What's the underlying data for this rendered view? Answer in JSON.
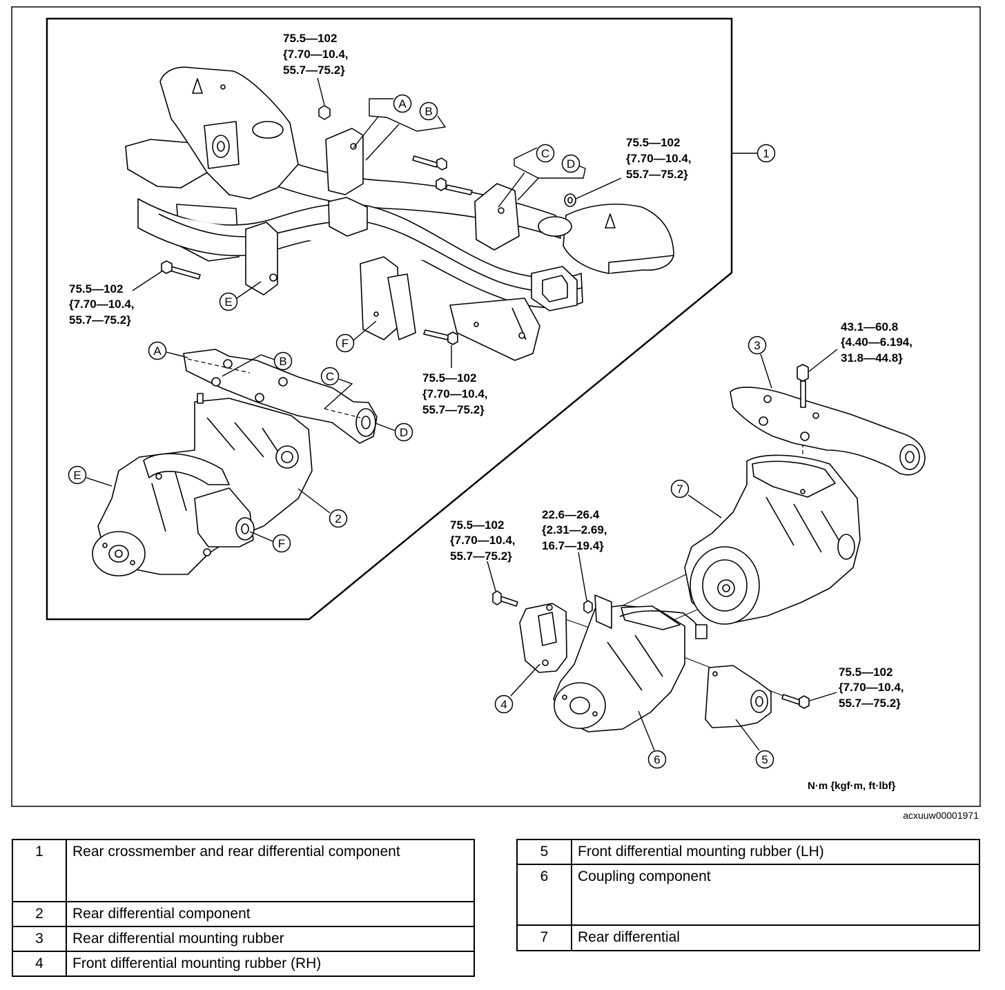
{
  "torque_specs": [
    {
      "lines": [
        "75.5—102",
        "{7.70—10.4,",
        "55.7—75.2}"
      ]
    },
    {
      "lines": [
        "75.5—102",
        "{7.70—10.4,",
        "55.7—75.2}"
      ]
    },
    {
      "lines": [
        "75.5—102",
        "{7.70—10.4,",
        "55.7—75.2}"
      ]
    },
    {
      "lines": [
        "75.5—102",
        "{7.70—10.4,",
        "55.7—75.2}"
      ]
    },
    {
      "lines": [
        "43.1—60.8",
        "{4.40—6.194,",
        "31.8—44.8}"
      ]
    },
    {
      "lines": [
        "22.6—26.4",
        "{2.31—2.69,",
        "16.7—19.4}"
      ]
    },
    {
      "lines": [
        "75.5—102",
        "{7.70—10.4,",
        "55.7—75.2}"
      ]
    },
    {
      "lines": [
        "75.5—102",
        "{7.70—10.4,",
        "55.7—75.2}"
      ]
    }
  ],
  "crossmember_callouts": [
    "A",
    "B",
    "C",
    "D",
    "E",
    "F"
  ],
  "differential_callouts": [
    "A",
    "B",
    "C",
    "D",
    "E",
    "F"
  ],
  "part_callouts": [
    "1",
    "2",
    "3",
    "4",
    "5",
    "6",
    "7"
  ],
  "units_label": "N·m {kgf·m, ft·lbf}",
  "figure_code": "acxuuw00001971",
  "legend": {
    "left": [
      {
        "num": "1",
        "text": "Rear crossmember and rear differential component"
      },
      {
        "num": "2",
        "text": "Rear differential component"
      },
      {
        "num": "3",
        "text": "Rear differential mounting rubber"
      },
      {
        "num": "4",
        "text": "Front differential mounting rubber (RH)"
      }
    ],
    "right": [
      {
        "num": "5",
        "text": "Front differential mounting rubber (LH)"
      },
      {
        "num": "6",
        "text": "Coupling component"
      },
      {
        "num": "7",
        "text": "Rear differential"
      }
    ]
  }
}
